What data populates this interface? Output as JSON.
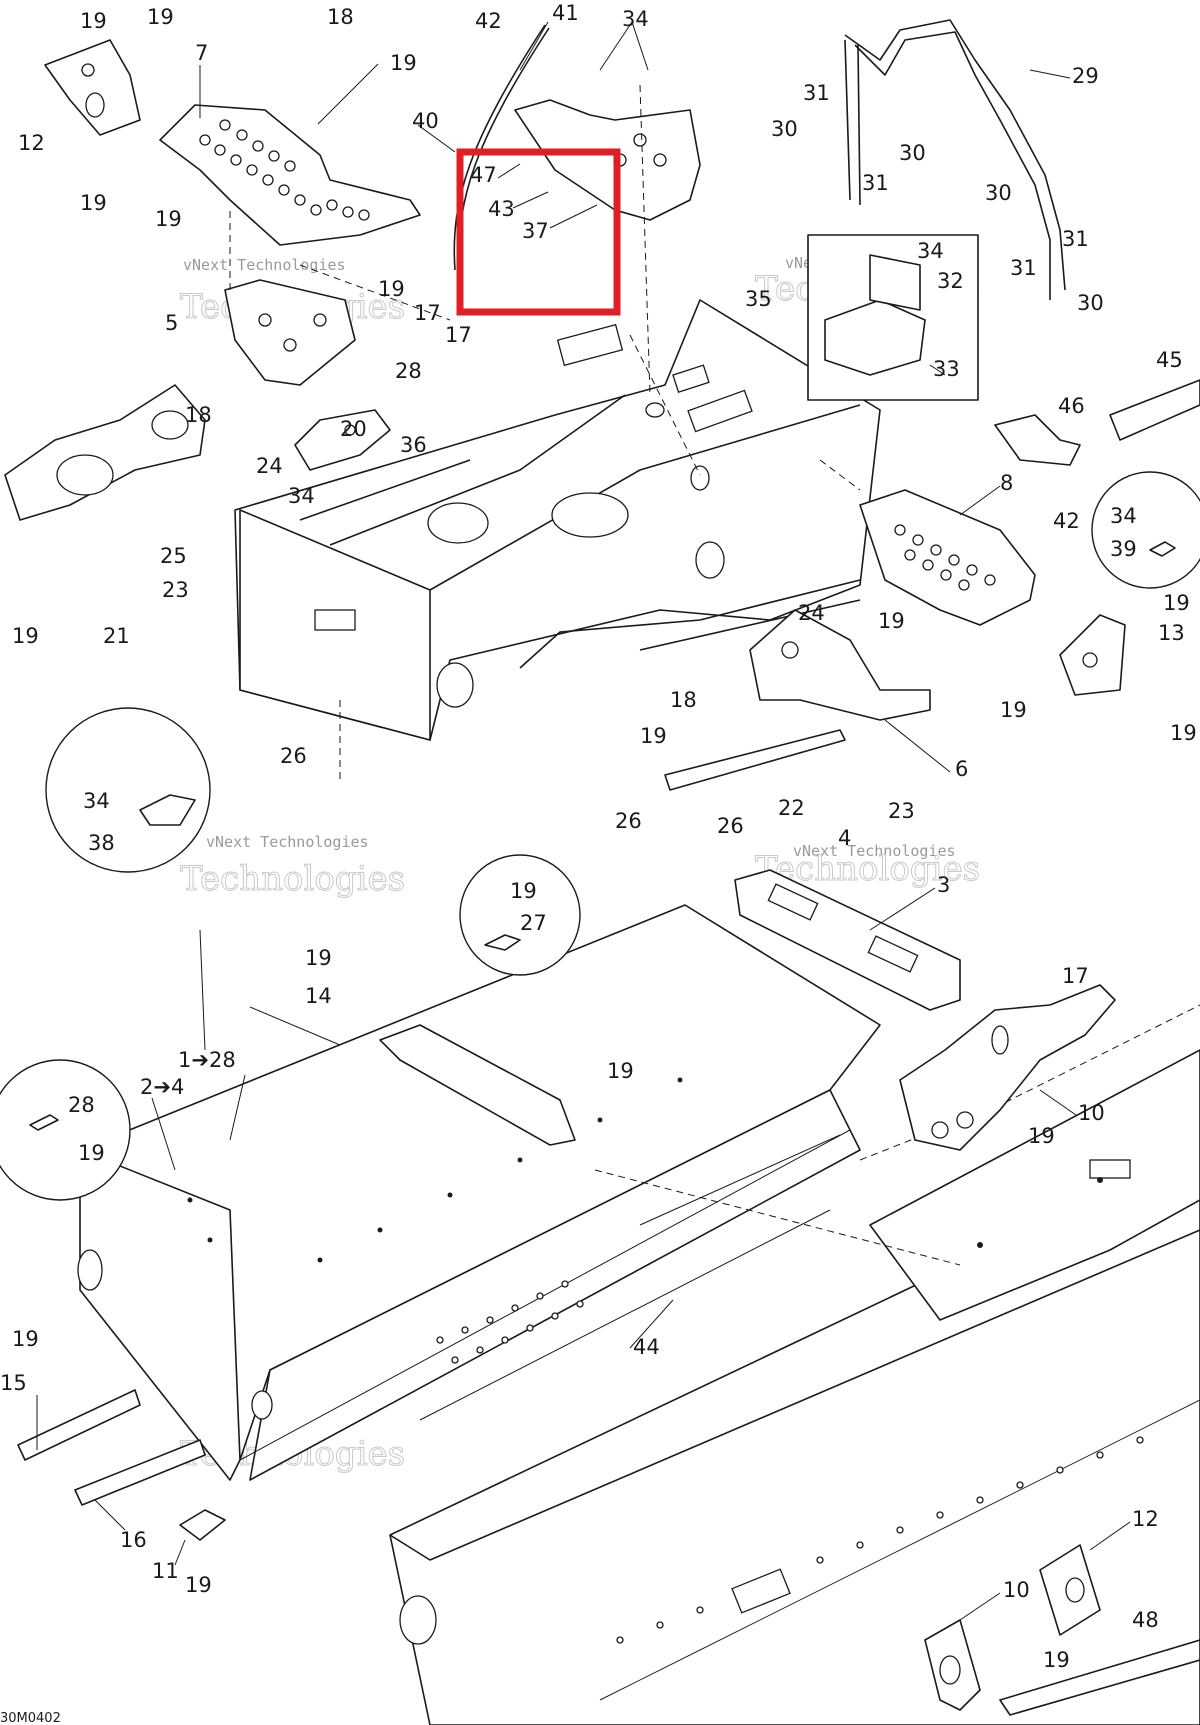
{
  "diagram": {
    "drawing_code": "30M0402",
    "watermark_line1": "vNext Technologies",
    "watermark_line2": "Technologies",
    "callouts": [
      "19",
      "19",
      "18",
      "42",
      "41",
      "34",
      "19",
      "7",
      "40",
      "47",
      "43",
      "37",
      "12",
      "19",
      "19",
      "19",
      "17",
      "5",
      "17",
      "28",
      "18",
      "20",
      "35",
      "24",
      "36",
      "34",
      "25",
      "23",
      "19",
      "21",
      "29",
      "31",
      "30",
      "30",
      "31",
      "30",
      "31",
      "31",
      "30",
      "34",
      "32",
      "33",
      "45",
      "46",
      "8",
      "42",
      "34",
      "39",
      "19",
      "13",
      "24",
      "19",
      "18",
      "6",
      "19",
      "19",
      "19",
      "22",
      "23",
      "26",
      "26",
      "4",
      "3",
      "34",
      "38",
      "26",
      "19",
      "27",
      "19",
      "14",
      "17",
      "1➔28",
      "2➔4",
      "19",
      "10",
      "28",
      "19",
      "19",
      "44",
      "19",
      "15",
      "16",
      "11",
      "19",
      "12",
      "10",
      "48",
      "19"
    ],
    "highlight": {
      "color": "#e01e26",
      "label": "highlighted-parts-37-43-47"
    }
  }
}
